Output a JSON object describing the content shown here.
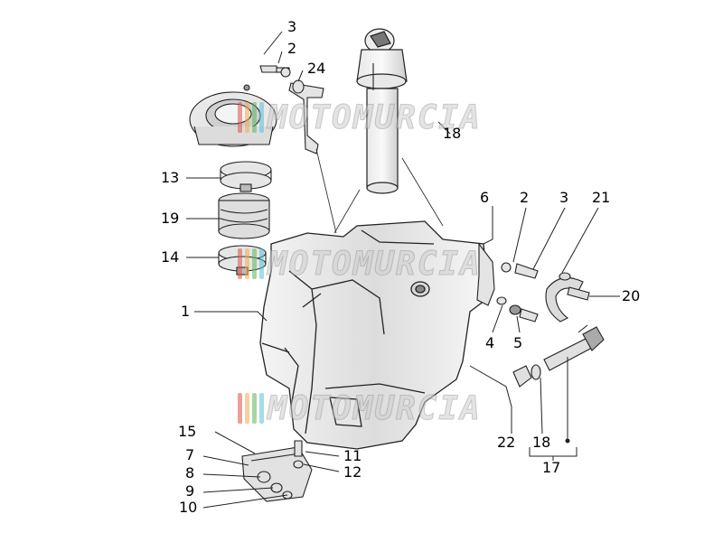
{
  "watermark": {
    "text": "MOTOMURCIA",
    "bar_colors": [
      "#d9534f",
      "#f0ad4e",
      "#5cb85c",
      "#5bc0de"
    ]
  },
  "callouts": {
    "p3a": "3",
    "p2a": "2",
    "p24": "24",
    "p18a": "18",
    "p13": "13",
    "p19": "19",
    "p14": "14",
    "p1": "1",
    "p6": "6",
    "p2b": "2",
    "p3b": "3",
    "p21": "21",
    "p20": "20",
    "p4": "4",
    "p5": "5",
    "p22": "22",
    "p18b": "18",
    "p17": "17",
    "p15": "15",
    "p7": "7",
    "p8": "8",
    "p9": "9",
    "p10": "10",
    "p11": "11",
    "p12": "12"
  }
}
